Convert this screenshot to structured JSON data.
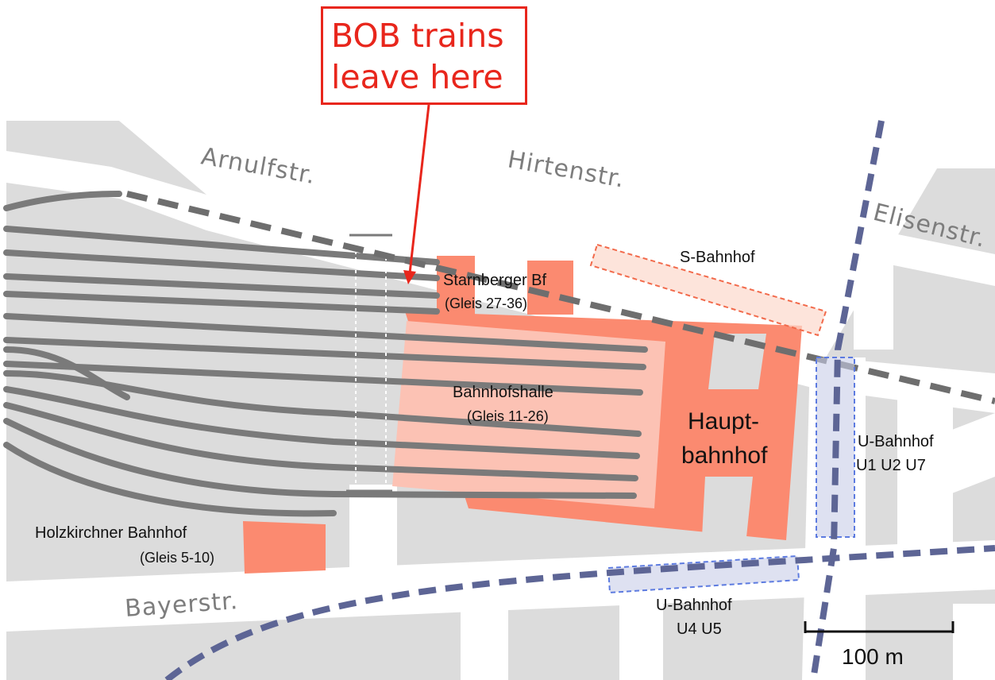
{
  "callout": {
    "line1": "BOB trains",
    "line2": "leave here"
  },
  "streets": {
    "arnulf": "Arnulfstr.",
    "hirten": "Hirtenstr.",
    "elisen": "Elisenstr.",
    "bayer": "Bayerstr."
  },
  "stations": {
    "s_bahnhof": "S-Bahnhof",
    "starnberger": {
      "name": "Starnberger Bf",
      "tracks": "(Gleis 27-36)"
    },
    "halle": {
      "name": "Bahnhofshalle",
      "tracks": "(Gleis 11-26)"
    },
    "hbf": {
      "line1": "Haupt-",
      "line2": "bahnhof"
    },
    "holzkirchner": {
      "name": "Holzkirchner Bahnhof",
      "tracks": "(Gleis 5-10)"
    },
    "ubahn_north": {
      "name": "U-Bahnhof",
      "lines": "U1 U2 U7"
    },
    "ubahn_south": {
      "name": "U-Bahnhof",
      "lines": "U4 U5"
    }
  },
  "scale": {
    "label": "100 m"
  },
  "colors": {
    "building": "#fb8a70",
    "hall": "#fcc2b4",
    "tracks": "#7a7a7a",
    "ubahn": "#5d6595",
    "callout": "#e8261c",
    "block": "#dcdcdc",
    "street": "#ffffff"
  }
}
